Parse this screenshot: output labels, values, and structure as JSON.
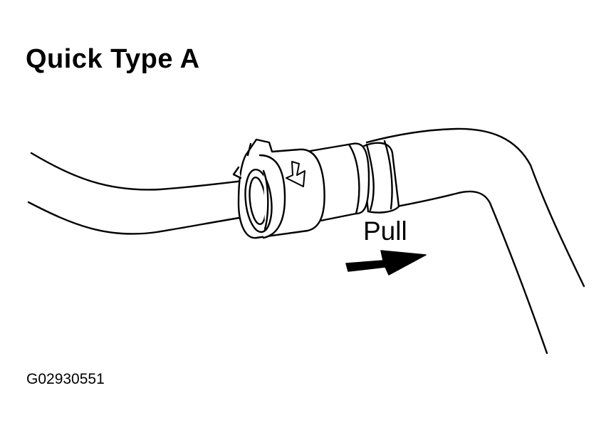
{
  "title": "Quick Type A",
  "action_label": "Pull",
  "figure_code": "G02930551"
}
